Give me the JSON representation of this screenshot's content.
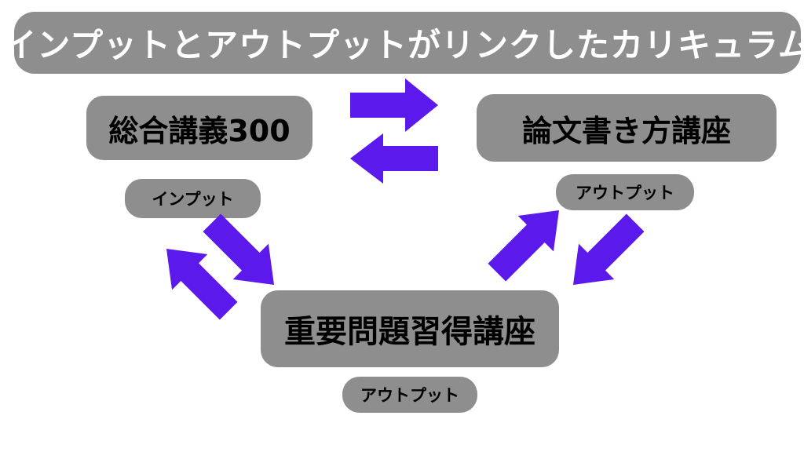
{
  "title": "インプットとアウトプットがリンクしたカリキュラム",
  "nodes": {
    "sogo": "総合講義300",
    "ronbun": "論文書き方講座",
    "juyo": "重要問題習得講座"
  },
  "tags": {
    "input": "インプット",
    "output_right": "アウトプット",
    "output_bottom": "アウトプット"
  },
  "colors": {
    "box": "#8e8e8e",
    "arrow": "#5b1aeb",
    "title_text": "#ffffff",
    "label_text": "#000000"
  }
}
